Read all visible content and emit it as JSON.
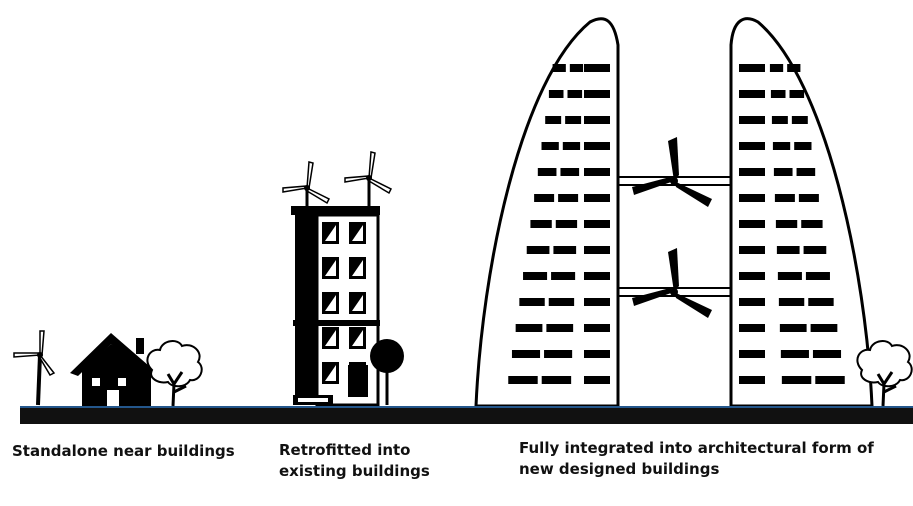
{
  "captions": {
    "standalone": "Standalone near buildings",
    "retrofitted": "Retrofitted into existing buildings",
    "integrated": "Fully integrated into architectural form of new designed buildings"
  },
  "colors": {
    "ink": "#000000",
    "ground": "#111111",
    "ground_edge": "#2a6fb5",
    "background": "#ffffff"
  },
  "icons": [
    "wind-turbine-icon",
    "house-icon",
    "tree-icon",
    "apartment-building-icon",
    "twin-tower-icon"
  ]
}
